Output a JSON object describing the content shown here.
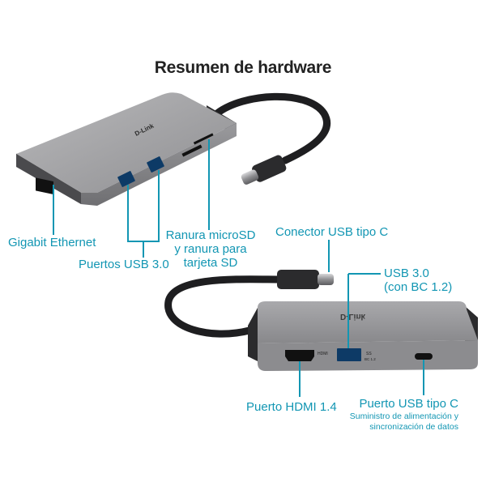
{
  "title": "Resumen de hardware",
  "top_device": {
    "brand": "D-Link"
  },
  "bottom_device": {
    "brand": "D-Link",
    "port_hdmi_mark": "HDMI",
    "port_usb_mark": "SS",
    "port_usb_sub_mark": "BC 1.2"
  },
  "labels": {
    "gigabit_ethernet": "Gigabit Ethernet",
    "usb30_ports": "Puertos USB 3.0",
    "sd_slots_line1": "Ranura microSD",
    "sd_slots_line2": "y ranura para",
    "sd_slots_line3": "tarjeta SD",
    "usb_c_connector": "Conector USB tipo C",
    "usb30_bc_line1": "USB 3.0",
    "usb30_bc_line2": "(con BC 1.2)",
    "hdmi_port": "Puerto HDMI 1.4",
    "usb_c_port": "Puerto USB tipo C",
    "usb_c_port_desc_line1": "Suministro de alimentación y",
    "usb_c_port_desc_line2": "sincronización de datos"
  },
  "colors": {
    "accent": "#1296b3",
    "device_top": "#a6a6a8",
    "device_side": "#2b2b2d",
    "cable": "#1e1e20"
  }
}
